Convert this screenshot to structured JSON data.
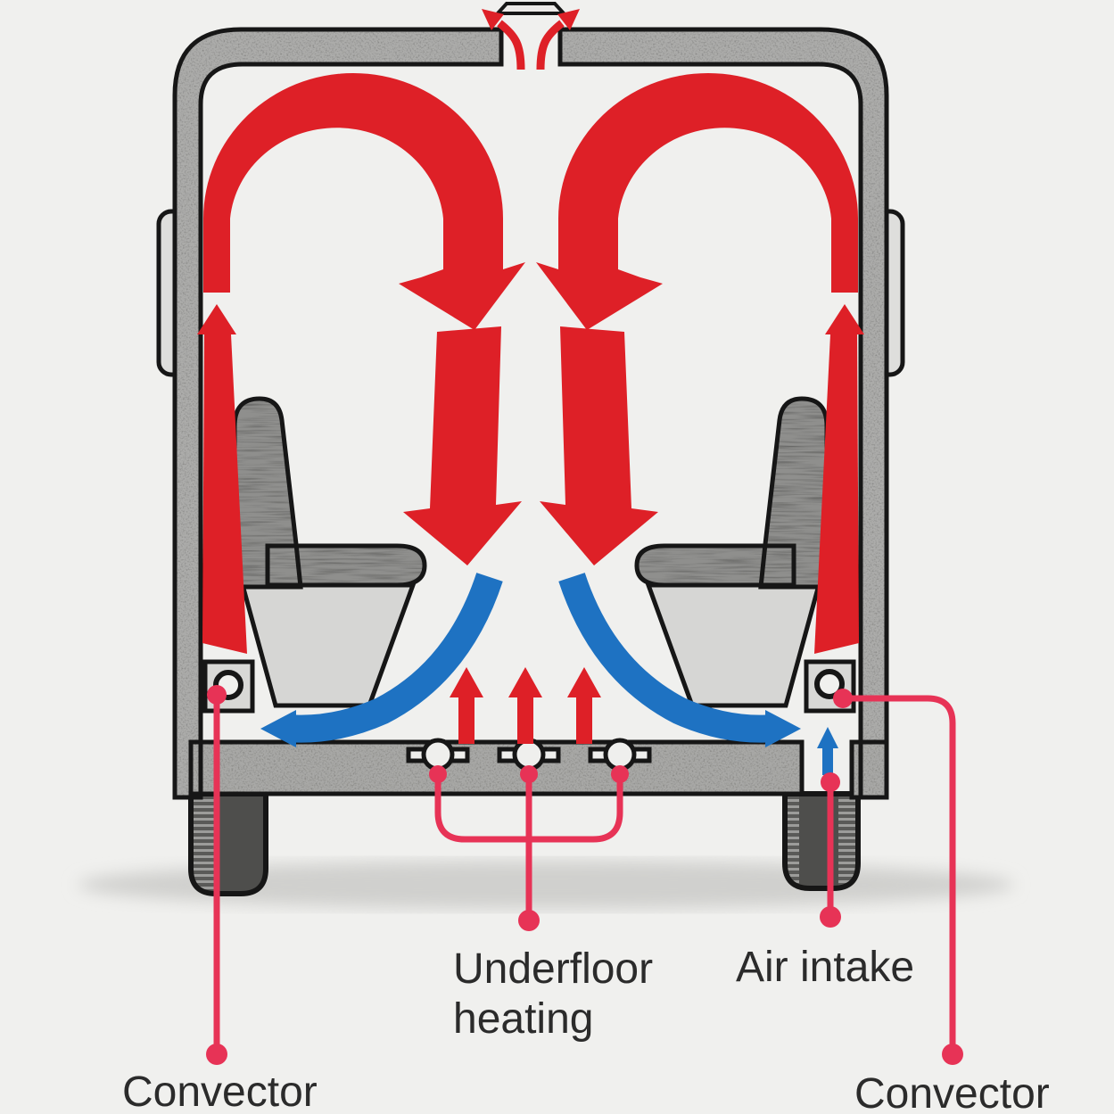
{
  "labels": {
    "convector_left": "Convector",
    "underfloor_line1": "Underfloor",
    "underfloor_line2": "heating",
    "air_intake": "Air intake",
    "convector_right": "Convector"
  },
  "colors": {
    "warm_air": "#DE2027",
    "cool_air": "#1E72C2",
    "leader": "#E73356",
    "text": "#2B2B2B"
  },
  "icons": {
    "warm-air-arrow": "solid red flow arrow",
    "cool-air-arrow": "solid blue flow arrow",
    "roof-vent": "vent lid trapezoid above roof gap",
    "heater-valve": "circle on horizontal bar in floor",
    "convector-unit": "square box with circular outlet",
    "leader-dot": "filled circle terminating a leader line"
  }
}
